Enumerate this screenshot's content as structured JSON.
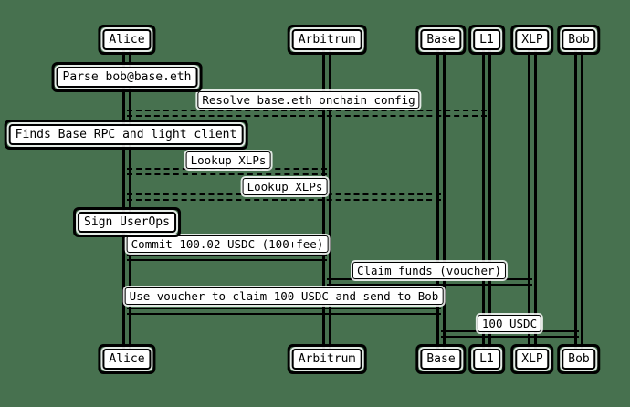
{
  "diagram": {
    "type": "sequence",
    "background_color": "#47714F",
    "box_fill_color": "#FFFFFF",
    "line_color": "#000000",
    "actors": [
      {
        "label": "Alice"
      },
      {
        "label": "Arbitrum"
      },
      {
        "label": "Base"
      },
      {
        "label": "L1"
      },
      {
        "label": "XLP"
      },
      {
        "label": "Bob"
      }
    ],
    "self_actions": [
      {
        "actor": "Alice",
        "label": "Parse bob@base.eth"
      },
      {
        "actor": "Alice",
        "label": "Finds Base RPC and light client"
      },
      {
        "actor": "Alice",
        "label": "Sign UserOps"
      }
    ],
    "messages": [
      {
        "from": "Alice",
        "to": "L1",
        "line_style": "dashed",
        "label": "Resolve base.eth onchain config"
      },
      {
        "from": "Alice",
        "to": "Arbitrum",
        "line_style": "dashed",
        "label": "Lookup XLPs"
      },
      {
        "from": "Alice",
        "to": "Base",
        "line_style": "dashed",
        "label": "Lookup XLPs"
      },
      {
        "from": "Alice",
        "to": "Arbitrum",
        "line_style": "solid",
        "label": "Commit 100.02 USDC (100+fee)"
      },
      {
        "from": "Arbitrum",
        "to": "XLP",
        "line_style": "solid",
        "label": "Claim funds (voucher)"
      },
      {
        "from": "Alice",
        "to": "Base",
        "line_style": "solid",
        "label": "Use voucher to claim 100 USDC and send to Bob"
      },
      {
        "from": "Base",
        "to": "Bob",
        "line_style": "solid",
        "label": "100 USDC"
      }
    ]
  }
}
